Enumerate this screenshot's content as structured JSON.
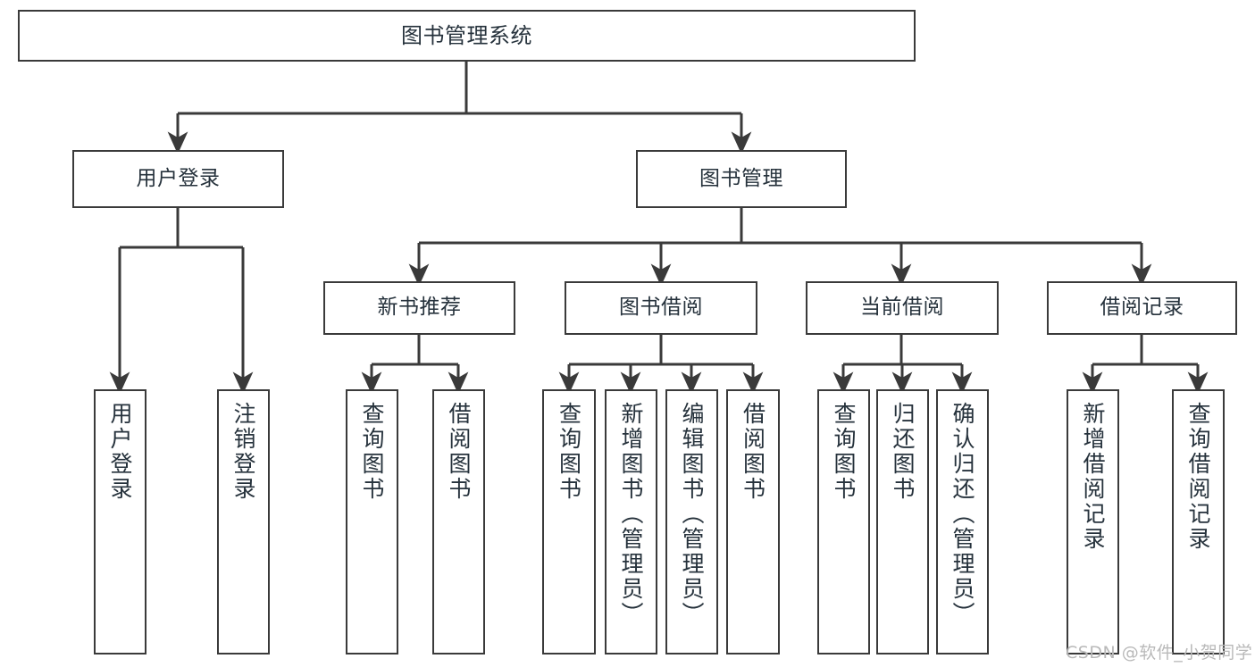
{
  "diagram": {
    "title": "图书管理系统",
    "type": "tree-hierarchy",
    "nodes": {
      "root": {
        "label": "图书管理系统"
      },
      "user_login": {
        "label": "用户登录"
      },
      "book_manage": {
        "label": "图书管理"
      },
      "new_book_rec": {
        "label": "新书推荐"
      },
      "book_borrow": {
        "label": "图书借阅"
      },
      "current_borrow": {
        "label": "当前借阅"
      },
      "borrow_record": {
        "label": "借阅记录"
      },
      "leaf_user_login": {
        "label": "用户登录"
      },
      "leaf_logout": {
        "label": "注销登录"
      },
      "leaf_query_book_1": {
        "label": "查询图书"
      },
      "leaf_borrow_book_1": {
        "label": "借阅图书"
      },
      "leaf_query_book_2": {
        "label": "查询图书"
      },
      "leaf_add_book": {
        "label": "新增图书（管理员）"
      },
      "leaf_edit_book": {
        "label": "编辑图书（管理员）"
      },
      "leaf_borrow_book_2": {
        "label": "借阅图书"
      },
      "leaf_query_book_3": {
        "label": "查询图书"
      },
      "leaf_return_book": {
        "label": "归还图书"
      },
      "leaf_confirm_return": {
        "label": "确认归还（管理员）"
      },
      "leaf_add_record": {
        "label": "新增借阅记录"
      },
      "leaf_query_record": {
        "label": "查询借阅记录"
      }
    },
    "colors": {
      "stroke": "#3a3a3a",
      "text": "#26323c",
      "background": "#ffffff",
      "watermark": "#b9b9b9"
    }
  },
  "watermark": {
    "text": "CSDN @软件_小贺同学"
  }
}
